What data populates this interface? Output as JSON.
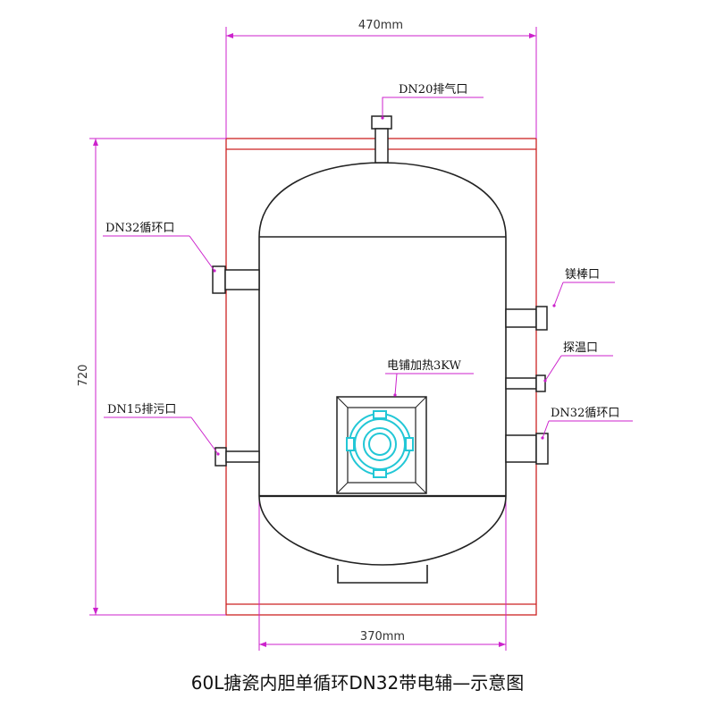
{
  "dimensions": {
    "top_width": "470mm",
    "bottom_width": "370mm",
    "height": "720"
  },
  "labels": {
    "vent": "DN20排气口",
    "circ_left": "DN32循环口",
    "drain": "DN15排污口",
    "anode": "镁棒口",
    "probe": "探温口",
    "circ_right": "DN32循环口",
    "heater": "电铺加热3KW"
  },
  "caption": "60L搪瓷内胆单循环DN32带电辅—示意图",
  "colors": {
    "dimension_line": "#cc22cc",
    "frame": "#cc2222",
    "outline": "#222222",
    "heater": "#22c7d6",
    "leader_dot": "#cc22cc"
  }
}
